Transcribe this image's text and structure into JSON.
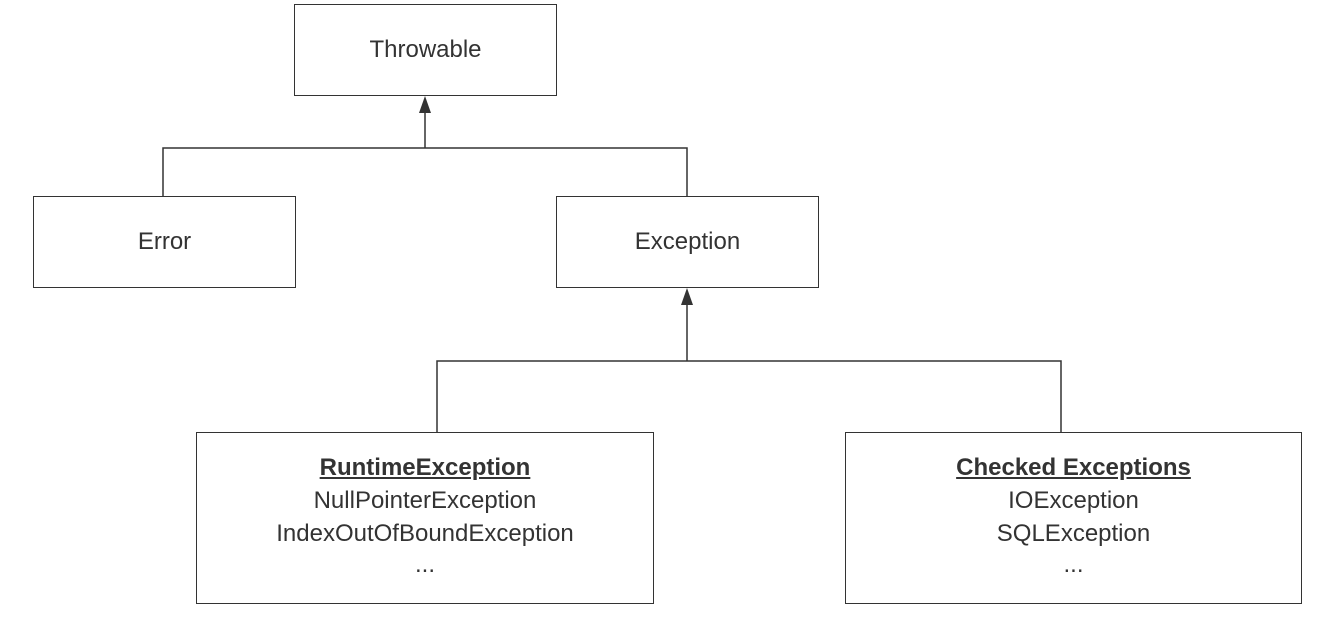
{
  "nodes": {
    "throwable": {
      "label": "Throwable"
    },
    "error": {
      "label": "Error"
    },
    "exception": {
      "label": "Exception"
    },
    "runtime_exception": {
      "title": "RuntimeException",
      "items": [
        "NullPointerException",
        "IndexOutOfBoundException"
      ],
      "ellipsis": "..."
    },
    "checked_exceptions": {
      "title": "Checked Exceptions",
      "items": [
        "IOException",
        "SQLException"
      ],
      "ellipsis": "..."
    }
  },
  "edges": [
    {
      "from": "error",
      "to": "throwable"
    },
    {
      "from": "exception",
      "to": "throwable"
    },
    {
      "from": "runtime_exception",
      "to": "exception"
    },
    {
      "from": "checked_exceptions",
      "to": "exception"
    }
  ]
}
